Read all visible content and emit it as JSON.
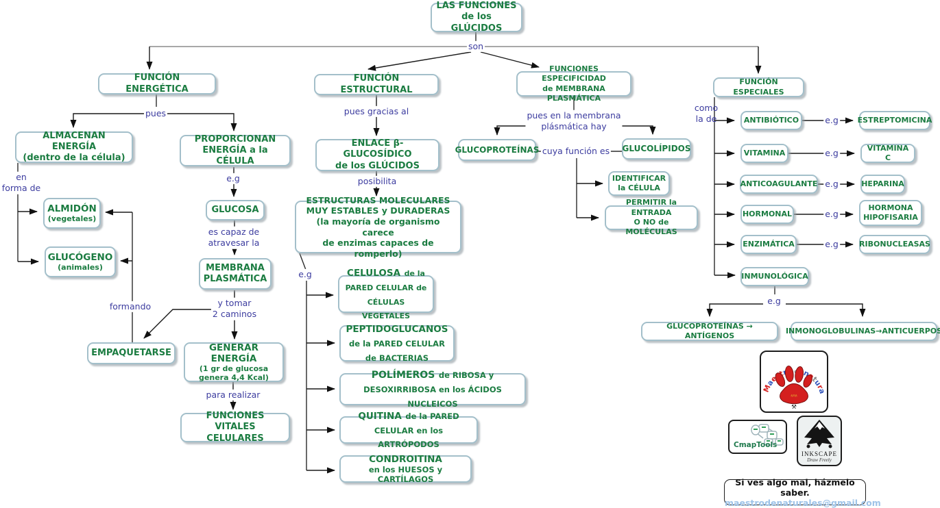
{
  "colors": {
    "node_text": "#1b7c41",
    "node_border": "#a3bfca",
    "label_text": "#3c3c9f",
    "line": "#2b2b2b",
    "line_gray": "#8c8c8c",
    "paw_red": "#d41f1f",
    "email_blue": "#9ec3e8"
  },
  "nodes": {
    "root": {
      "text": "LAS FUNCIONES\nde los GLÚCIDOS"
    },
    "energetica": {
      "text": "FUNCIÓN ENERGÉTICA"
    },
    "estructural": {
      "text": "FUNCIÓN ESTRUCTURAL"
    },
    "especificidad": {
      "text": "FUNCIONES ESPECIFICIDAD\nde MEMBRANA PLASMÁTICA"
    },
    "especiales": {
      "text": "FUNCIÓN ESPECIALES"
    },
    "almacenan": {
      "text": "ALMACENAN ENERGÍA\n(dentro de la célula)"
    },
    "proporcionan": {
      "text": "PROPORCIONAN\nENERGÍA a la CÉLULA"
    },
    "almidon": {
      "title": "ALMIDÓN",
      "sub": "(vegetales)"
    },
    "glucogeno": {
      "title": "GLUCÓGENO",
      "sub": "(animales)"
    },
    "glucosa": {
      "text": "GLUCOSA"
    },
    "membrana": {
      "text": "MEMBRANA\nPLASMÁTICA"
    },
    "empaquetarse": {
      "text": "EMPAQUETARSE"
    },
    "generar": {
      "title": "GENERAR ENERGÍA",
      "sub": "(1 gr de glucosa\ngenera 4,4 Kcal)"
    },
    "vitales": {
      "text": "FUNCIONES VITALES\nCELULARES"
    },
    "enlace": {
      "text": "ENLACE β-GLUCOSÍDICO\nde los GLÚCIDOS"
    },
    "estructuras": {
      "text": "ESTRUCTURAS MOLECULARES\nMUY ESTABLES y DURADERAS\n(la mayoría de organismo carece\nde enzimas capaces de romperlo)"
    },
    "celulosa": {
      "title": "CELULOSA",
      "sub": "de la PARED CELULAR de CÉLULAS VEGETALES"
    },
    "peptidoglucanos": {
      "title": "PEPTIDOGLUCANOS",
      "sub": "de la PARED CELULAR de BACTERIAS"
    },
    "polimeros": {
      "title": "POLÍMEROS",
      "sub": "de RIBOSA y DESOXIRRIBOSA en los ÁCIDOS NUCLEICOS"
    },
    "quitina": {
      "title": "QUITINA",
      "sub": "de la PARED CELULAR en los ARTRÓPODOS"
    },
    "condroitina": {
      "title": "CONDROITINA",
      "sub": "en los HUESOS y CARTÍLAGOS"
    },
    "glucoproteinas": {
      "text": "GLUCOPROTEÍNAS"
    },
    "glucolipidos": {
      "text": "GLUCOLÍPIDOS"
    },
    "identificar": {
      "text": "IDENTIFICAR\nla CÉLULA"
    },
    "permitir": {
      "text": "PERMITIR la ENTRADA\nO NO de MOLÉCULAS"
    },
    "antibiotico": {
      "text": "ANTIBIÓTICO"
    },
    "estreptomicina": {
      "text": "ESTREPTOMICINA"
    },
    "vitamina": {
      "text": "VITAMINA"
    },
    "vitaminac": {
      "text": "VITAMINA C"
    },
    "anticoagulante": {
      "text": "ANTICOAGULANTE"
    },
    "heparina": {
      "text": "HEPARINA"
    },
    "hormonal": {
      "text": "HORMONAL"
    },
    "hormonahipo": {
      "text": "HORMONA\nHIPOFISARIA"
    },
    "enzimatica": {
      "text": "ENZIMÁTICA"
    },
    "ribonucleasas": {
      "text": "RIBONUCLEASAS"
    },
    "inmunologica": {
      "text": "INMUNOLÓGICA"
    },
    "antigenos": {
      "text": "GLUCOPROTEÍNAS → ANTÍGENOS"
    },
    "anticuerpos": {
      "text": "INMONOGLOBULINAS→ANTICUERPOS"
    }
  },
  "labels": {
    "son": "son",
    "pues": "pues",
    "enformade": "en\nforma de",
    "eg": "e.g",
    "escapaz": "es capaz de\natravesar la",
    "ytomar": "y tomar\n2 caminos",
    "formando": "formando",
    "pararealizar": "para realizar",
    "puesgracias": "pues gracias al",
    "posibilita": "posibilita",
    "puesenla": "pues en la membrana\nplásmática hay",
    "cuyafuncion": "cuya función es",
    "comolade": "como\nla de"
  },
  "footer": {
    "paw_text": "Maestro de naturales",
    "paw_tools": "⚒",
    "cmaptools": "CmapTools",
    "inkscape_title": "INKSCAPE",
    "inkscape_sub": "Draw Freely",
    "contact_line1": "Si ves algo mal, házmelo saber.",
    "contact_line2": "maestrodenaturales@gmail.com"
  }
}
